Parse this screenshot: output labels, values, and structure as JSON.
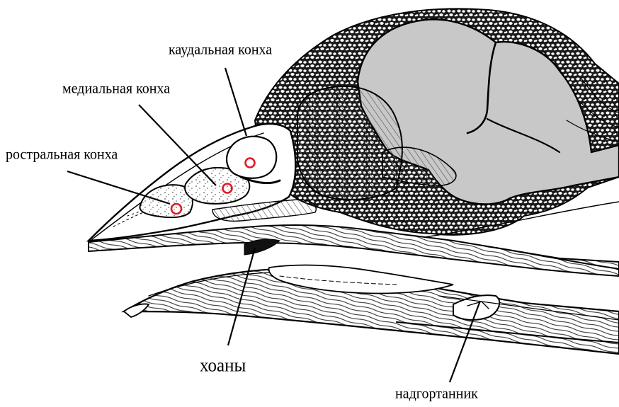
{
  "labels": {
    "caudal_concha": "каудальная конха",
    "medial_concha": "медиальная конха",
    "rostral_concha": "ростральная конха",
    "choanae": "хоаны",
    "epiglottis": "надгортанник"
  },
  "colors": {
    "marker": "#e01b24",
    "brain": "#c8c8c8",
    "ink": "#000000",
    "background": "#ffffff"
  },
  "markers": [
    {
      "name": "caudal-concha-marker"
    },
    {
      "name": "medial-concha-marker"
    },
    {
      "name": "rostral-concha-marker"
    }
  ]
}
